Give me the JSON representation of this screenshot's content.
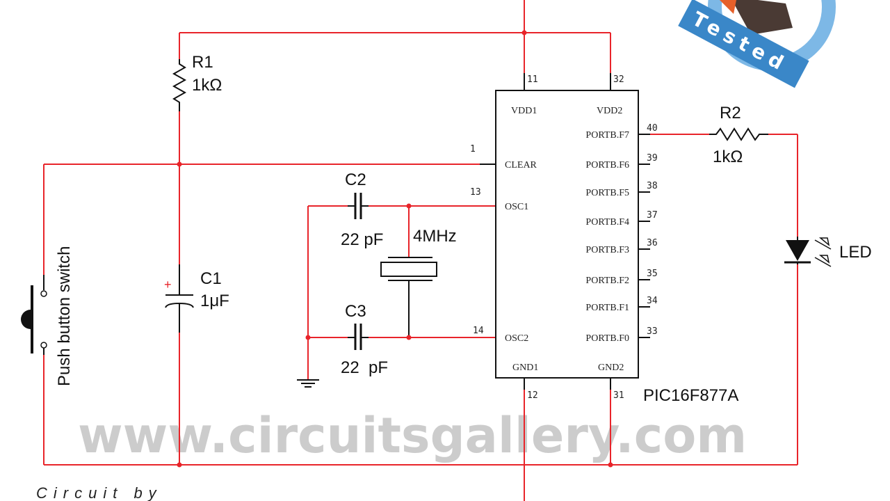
{
  "ic": {
    "name": "PIC16F877A",
    "pins_left": [
      {
        "num": "1",
        "label": "CLEAR"
      },
      {
        "num": "13",
        "label": "OSC1"
      },
      {
        "num": "14",
        "label": "OSC2"
      }
    ],
    "pins_top": [
      {
        "num": "11",
        "label": "VDD1"
      },
      {
        "num": "32",
        "label": "VDD2"
      }
    ],
    "pins_bottom": [
      {
        "num": "12",
        "label": "GND1"
      },
      {
        "num": "31",
        "label": "GND2"
      }
    ],
    "pins_right": [
      {
        "num": "40",
        "label": "PORTB.F7"
      },
      {
        "num": "39",
        "label": "PORTB.F6"
      },
      {
        "num": "38",
        "label": "PORTB.F5"
      },
      {
        "num": "37",
        "label": "PORTB.F4"
      },
      {
        "num": "36",
        "label": "PORTB.F3"
      },
      {
        "num": "35",
        "label": "PORTB.F2"
      },
      {
        "num": "34",
        "label": "PORTB.F1"
      },
      {
        "num": "33",
        "label": "PORTB.F0"
      }
    ]
  },
  "components": {
    "r1": {
      "name": "R1",
      "value": "1kΩ"
    },
    "r2": {
      "name": "R2",
      "value": "1kΩ"
    },
    "c1": {
      "name": "C1",
      "value": "1μF",
      "polarity": "+"
    },
    "c2": {
      "name": "C2",
      "value": "22 pF"
    },
    "c3": {
      "name": "C3",
      "value": "22  pF"
    },
    "crystal": {
      "value": "4MHz"
    },
    "led": {
      "name": "LED"
    },
    "switch": {
      "name": "Push button switch"
    }
  },
  "watermark": "www.circuitsgallery.com",
  "credit": "Circuit by",
  "logo": {
    "text": "Tested",
    "color": "#3a87c8"
  },
  "colors": {
    "wire": "#e8242a",
    "component": "#111111"
  }
}
